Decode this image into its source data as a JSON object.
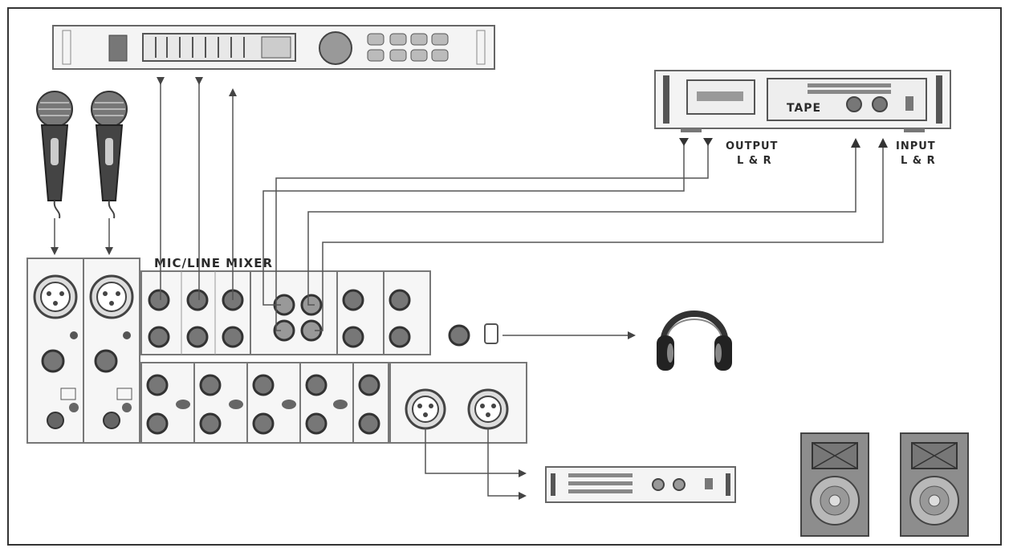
{
  "labels": {
    "mixer_title": "MIC/LINE MIXER",
    "tape": "TAPE",
    "output_line1": "OUTPUT",
    "output_line2": "L & R",
    "input_line1": "INPUT",
    "input_line2": "L & R"
  },
  "colors": {
    "line": "#555555",
    "device_fill": "#f2f2f2",
    "device_stroke": "#666666",
    "jack_dark": "#4a4a4a",
    "speaker_fill": "#8d8d8d",
    "speaker_cone": "#b8b8b8"
  },
  "icons": [
    "microphone-icon",
    "headphones-icon",
    "speaker-icon",
    "xlr-jack-icon",
    "knob-icon"
  ]
}
